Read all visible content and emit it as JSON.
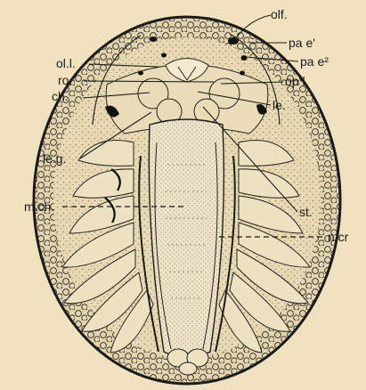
{
  "colors": {
    "paper": "#f0e2bf",
    "ink": "#1b1b1b",
    "body_fill": "#e8d9b3",
    "stipple": "#3a3a3a"
  },
  "labels": {
    "olf": "olf.",
    "pa_e1": "pa e'",
    "pa_e2": "pa e²",
    "ol_l": "ol.l.",
    "ro": "ro.",
    "op_l": "op l.",
    "ch": "ch.",
    "le": "le.",
    "le_g": "le.g.",
    "st": "st.",
    "m_ch": "m.ch.",
    "n_cr": "n.cr"
  }
}
